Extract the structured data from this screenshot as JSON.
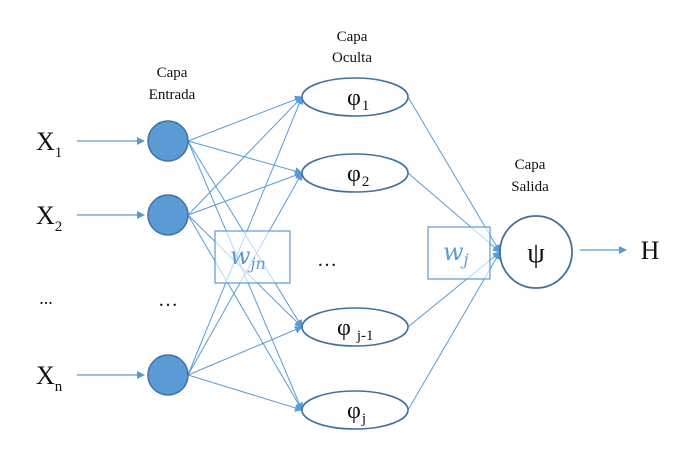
{
  "layers": {
    "input": {
      "title_line1": "Capa",
      "title_line2": "Entrada"
    },
    "hidden": {
      "title_line1": "Capa",
      "title_line2": "Oculta"
    },
    "output": {
      "title_line1": "Capa",
      "title_line2": "Salida"
    }
  },
  "inputs": [
    {
      "label": "X",
      "sub": "1"
    },
    {
      "label": "X",
      "sub": "2"
    },
    {
      "label": "X",
      "sub": "n"
    }
  ],
  "input_ellipsis": "...",
  "node_ellipsis": "…",
  "hidden_nodes": [
    {
      "label": "φ",
      "sub": "1"
    },
    {
      "label": "φ",
      "sub": "2"
    },
    {
      "label": "φ",
      "sub": "j-1"
    },
    {
      "label": "φ",
      "sub": "j"
    }
  ],
  "hidden_ellipsis": "…",
  "weights_input_hidden": {
    "label": "w",
    "sub": "jn"
  },
  "weights_hidden_output": {
    "label": "w",
    "sub": "j"
  },
  "output_node": {
    "label": "ψ"
  },
  "output_label": "H",
  "colors": {
    "edge": "#5b9bd5",
    "node_fill": "#5b9bd5",
    "node_stroke": "#41719c"
  }
}
